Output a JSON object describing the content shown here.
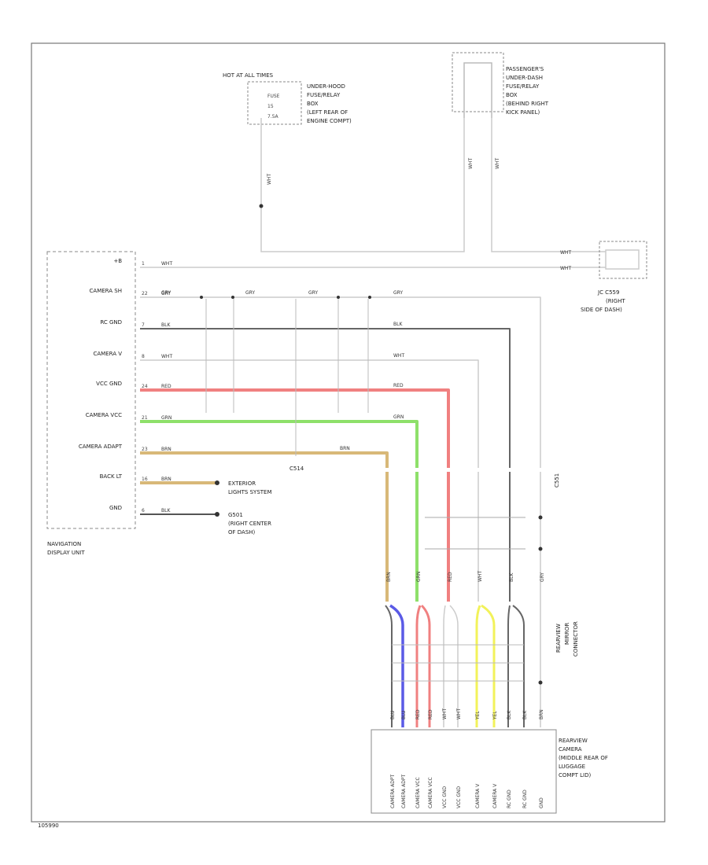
{
  "fuse_top": {
    "title": "HOT AT ALL TIMES",
    "fuse_label": "FUSE",
    "fuse_no": "15",
    "amp": "7.5A",
    "box_lines": [
      "UNDER-HOOD",
      "FUSE/RELAY",
      "BOX",
      "(LEFT REAR OF",
      "ENGINE COMPT)"
    ]
  },
  "fuse_right": {
    "box_lines": [
      "PASSENGER'S",
      "UNDER-DASH",
      "FUSE/RELAY",
      "BOX",
      "(BEHIND RIGHT",
      "KICK PANEL)"
    ]
  },
  "connector_c": {
    "label_lines": [
      "JC C559",
      "(RIGHT",
      "SIDE OF DASH)"
    ]
  },
  "nav_unit": {
    "label_lines": [
      "NAVIGATION",
      "DISPLAY UNIT"
    ],
    "pins": [
      {
        "name": "+B",
        "pin": "1",
        "wire": "WHT"
      },
      {
        "name": "CAMERA SH",
        "pin": "22",
        "wire": "GRY"
      },
      {
        "name": "RC GND",
        "pin": "7",
        "wire": "BLK"
      },
      {
        "name": "CAMERA V",
        "pin": "8",
        "wire": "WHT"
      },
      {
        "name": "VCC GND",
        "pin": "24",
        "wire": "RED"
      },
      {
        "name": "CAMERA VCC",
        "pin": "21",
        "wire": "GRN"
      },
      {
        "name": "CAMERA ADAPT",
        "pin": "23",
        "wire": "BRN"
      },
      {
        "name": "BACK LT",
        "pin": "16",
        "wire": "BRN"
      },
      {
        "name": "GND",
        "pin": "6",
        "wire": "BLK"
      }
    ]
  },
  "destinations": {
    "exterior_lines": [
      "EXTERIOR",
      "LIGHTS SYSTEM"
    ],
    "ground_lines": [
      "G501",
      "(RIGHT CENTER",
      "OF DASH)"
    ]
  },
  "splice": {
    "label": "C514"
  },
  "connector_d": {
    "label": "C551"
  },
  "wire_labels": {
    "fuse_down": "WHT",
    "fuse_r1": "WHT",
    "fuse_r2": "WHT",
    "right_top": "WHT",
    "right_bottom": "WHT",
    "sh_segments": [
      "GRY",
      "GRY",
      "GRY",
      "GRY"
    ],
    "mid_right": [
      "BLK",
      "WHT",
      "RED",
      "GRN",
      "BRN"
    ]
  },
  "vertical_wires": [
    "BRN",
    "GRN",
    "RED",
    "WHT",
    "BLK",
    "GRY"
  ],
  "rear_labels": [
    "BLU",
    "BLU",
    "RED",
    "RED",
    "WHT",
    "WHT",
    "YEL",
    "YEL",
    "BLK",
    "BLK",
    "BRN"
  ],
  "rear_connector_label_lines": [
    "REARVIEW",
    "MIRROR",
    "CONNECTOR"
  ],
  "rear_camera": {
    "pins": [
      "CAMERA ADPT",
      "CAMERA ADPT",
      "CAMERA VCC",
      "CAMERA VCC",
      "VCC GND",
      "VCC GND",
      "CAMERA V",
      "CAMERA V",
      "RC GND",
      "RC GND",
      "GND"
    ],
    "label_lines": [
      "REARVIEW",
      "CAMERA",
      "(MIDDLE REAR OF",
      "LUGGAGE",
      "COMPT LID)"
    ]
  },
  "figure_code": "105990",
  "colors": {
    "red": "#f08080",
    "green": "#8ee06a",
    "brown": "#d8b878",
    "blue": "#5a5ae6",
    "yellow": "#f2f25a",
    "black": "#555555",
    "gray": "#c8c8c8"
  }
}
